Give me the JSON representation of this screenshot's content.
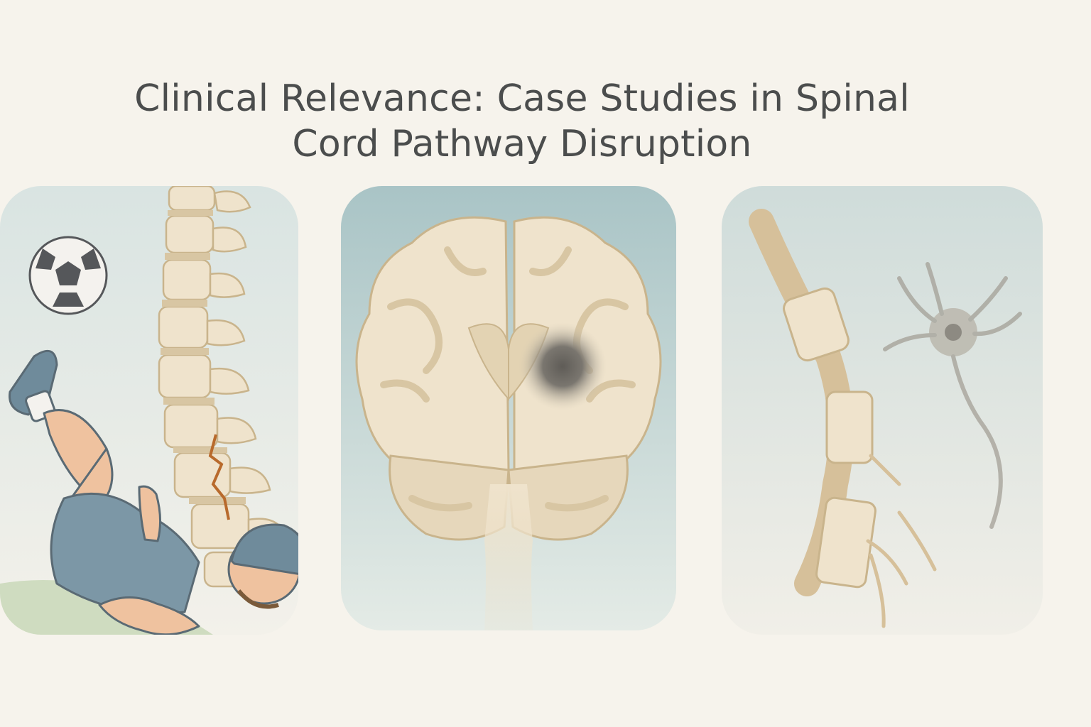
{
  "page": {
    "title_line1": "Clinical Relevance: Case Studies in Spinal",
    "title_line2": "Cord Pathway Disruption"
  },
  "panels": [
    {
      "id": "spinal-injury",
      "icon": "falling-athlete-spine-fracture-illustration"
    },
    {
      "id": "brain-lesion",
      "icon": "brain-coronal-section-lesion-illustration"
    },
    {
      "id": "nerve-damage",
      "icon": "torn-myelinated-axon-neuron-illustration"
    }
  ],
  "colors": {
    "background": "#f6f3ec",
    "title": "#4b4d4d",
    "panel_bg": "#a9c4c6",
    "bone": "#efe3cc",
    "outline": "#c9b48c",
    "jersey": "#7c97a6",
    "skin": "#efc29f",
    "lesion": "#6e6a63"
  }
}
